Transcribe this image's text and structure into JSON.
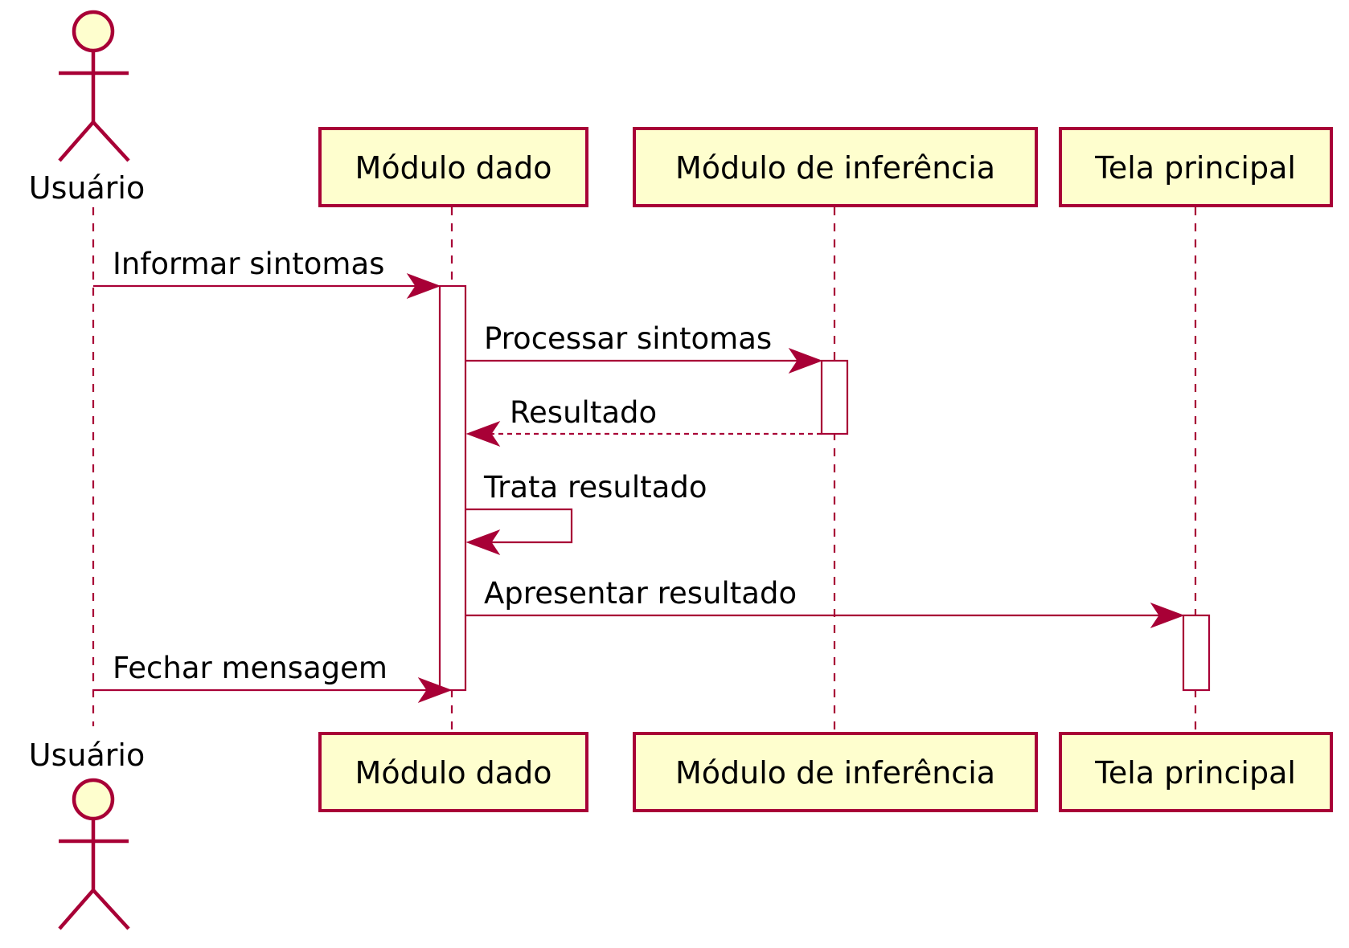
{
  "diagram": {
    "type": "sequence",
    "colors": {
      "line": "#A80036",
      "box_fill": "#FEFECE",
      "activation_fill": "#FFFFFF"
    },
    "participants": [
      {
        "id": "usuario",
        "label": "Usuário",
        "kind": "actor"
      },
      {
        "id": "modulo_dado",
        "label": "Módulo dado",
        "kind": "participant"
      },
      {
        "id": "modulo_inferencia",
        "label": "Módulo de inferência",
        "kind": "participant"
      },
      {
        "id": "tela_principal",
        "label": "Tela principal",
        "kind": "participant"
      }
    ],
    "messages": [
      {
        "from": "usuario",
        "to": "modulo_dado",
        "label": "Informar sintomas",
        "style": "solid"
      },
      {
        "from": "modulo_dado",
        "to": "modulo_inferencia",
        "label": "Processar sintomas",
        "style": "solid"
      },
      {
        "from": "modulo_inferencia",
        "to": "modulo_dado",
        "label": "Resultado",
        "style": "dashed"
      },
      {
        "from": "modulo_dado",
        "to": "modulo_dado",
        "label": "Trata resultado",
        "style": "self"
      },
      {
        "from": "modulo_dado",
        "to": "tela_principal",
        "label": "Apresentar resultado",
        "style": "solid"
      },
      {
        "from": "usuario",
        "to": "modulo_dado",
        "label": "Fechar mensagem",
        "style": "solid"
      }
    ]
  }
}
